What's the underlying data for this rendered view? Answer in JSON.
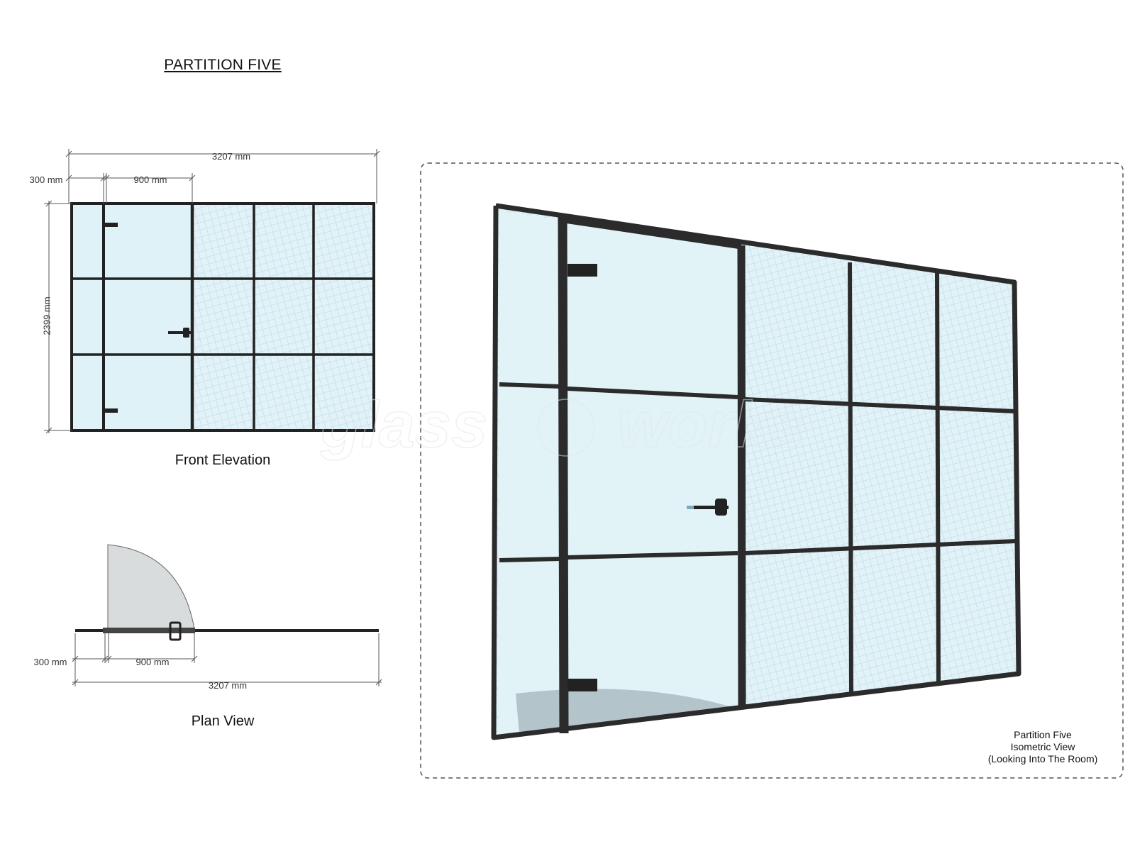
{
  "title": "PARTITION FIVE",
  "front_elevation": {
    "caption": "Front Elevation",
    "total_width_label": "3207 mm",
    "sidelight_width_label": "300 mm",
    "door_width_label": "900 mm",
    "height_label": "2399 mm"
  },
  "plan_view": {
    "caption": "Plan View",
    "sidelight_width_label": "300 mm",
    "door_width_label": "900 mm",
    "total_width_label": "3207 mm"
  },
  "isometric": {
    "caption_lines": [
      "Partition Five",
      "Isometric View",
      "(Looking Into The Room)"
    ]
  },
  "watermark": "glass works",
  "colors": {
    "frame": "#222222",
    "glass": "#dff2f8",
    "glass_hatch": "#b9d6de",
    "swing": "#d9dcdd",
    "border": "#555555"
  }
}
